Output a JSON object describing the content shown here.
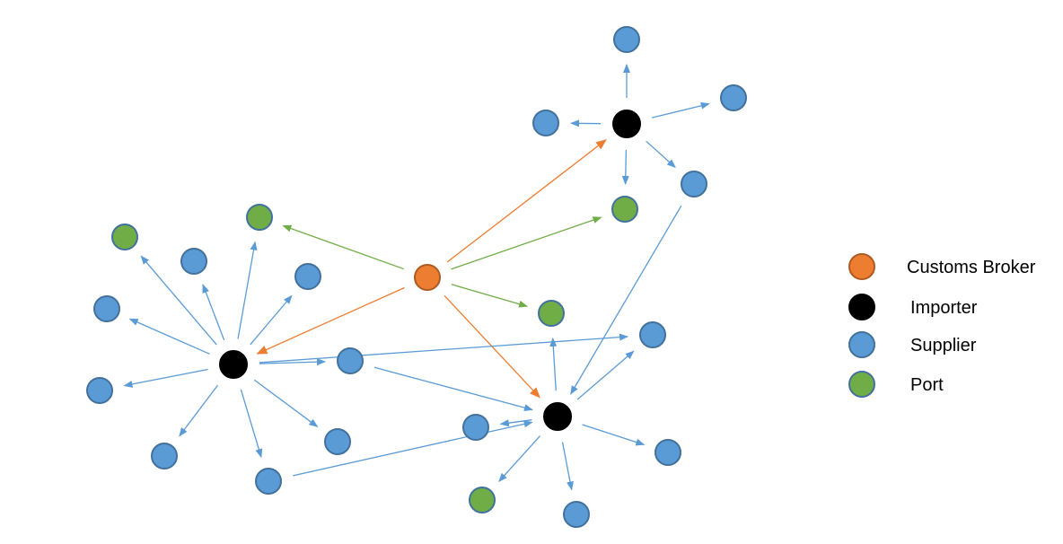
{
  "colors": {
    "broker_fill": "#ED7D31",
    "broker_stroke": "#AE5A21",
    "importer_fill": "#000000",
    "importer_stroke": "#000000",
    "supplier_fill": "#5B9BD5",
    "supplier_stroke": "#41719C",
    "port_fill": "#70AD47",
    "port_stroke": "#41719C",
    "blue_edge": "#5B9BD5",
    "green_edge": "#70AD47",
    "orange_edge": "#ED7D31"
  },
  "legend": [
    {
      "type": "broker",
      "label": "Customs Broker"
    },
    {
      "type": "importer",
      "label": "Importer"
    },
    {
      "type": "supplier",
      "label": "Supplier"
    },
    {
      "type": "port",
      "label": "Port"
    }
  ],
  "nodes": [
    {
      "id": "cb",
      "type": "broker"
    },
    {
      "id": "i1",
      "type": "importer"
    },
    {
      "id": "i2",
      "type": "importer"
    },
    {
      "id": "i3",
      "type": "importer"
    },
    {
      "id": "s1",
      "type": "supplier"
    },
    {
      "id": "s2",
      "type": "supplier"
    },
    {
      "id": "s3",
      "type": "supplier"
    },
    {
      "id": "s4",
      "type": "supplier"
    },
    {
      "id": "s5",
      "type": "supplier"
    },
    {
      "id": "s6",
      "type": "supplier"
    },
    {
      "id": "s7",
      "type": "supplier"
    },
    {
      "id": "s8",
      "type": "supplier"
    },
    {
      "id": "s9",
      "type": "supplier"
    },
    {
      "id": "s10",
      "type": "supplier"
    },
    {
      "id": "s11",
      "type": "supplier"
    },
    {
      "id": "s12",
      "type": "supplier"
    },
    {
      "id": "s13",
      "type": "supplier"
    },
    {
      "id": "s14",
      "type": "supplier"
    },
    {
      "id": "s15",
      "type": "supplier"
    },
    {
      "id": "s16",
      "type": "supplier"
    },
    {
      "id": "s17",
      "type": "supplier"
    },
    {
      "id": "s18",
      "type": "supplier"
    },
    {
      "id": "p1",
      "type": "port"
    },
    {
      "id": "p2",
      "type": "port"
    },
    {
      "id": "p3",
      "type": "port"
    },
    {
      "id": "p4",
      "type": "port"
    },
    {
      "id": "p5",
      "type": "port"
    }
  ],
  "edges": [
    {
      "from": "cb",
      "to": "p2",
      "kind": "green"
    },
    {
      "from": "cb",
      "to": "p3",
      "kind": "green"
    },
    {
      "from": "cb",
      "to": "p4",
      "kind": "green"
    },
    {
      "from": "cb",
      "to": "i1",
      "kind": "orange"
    },
    {
      "from": "cb",
      "to": "i2",
      "kind": "orange"
    },
    {
      "from": "cb",
      "to": "i3",
      "kind": "orange"
    },
    {
      "from": "i1",
      "to": "p1",
      "kind": "blue"
    },
    {
      "from": "i1",
      "to": "s1",
      "kind": "blue"
    },
    {
      "from": "i1",
      "to": "p2",
      "kind": "blue"
    },
    {
      "from": "i1",
      "to": "s2",
      "kind": "blue"
    },
    {
      "from": "i1",
      "to": "s3",
      "kind": "blue"
    },
    {
      "from": "i1",
      "to": "s4",
      "kind": "blue"
    },
    {
      "from": "i1",
      "to": "s5",
      "kind": "blue"
    },
    {
      "from": "i1",
      "to": "s6",
      "kind": "blue"
    },
    {
      "from": "i1",
      "to": "s7",
      "kind": "blue"
    },
    {
      "from": "i1",
      "to": "s8",
      "kind": "blue"
    },
    {
      "from": "i1",
      "to": "s9",
      "kind": "blue"
    },
    {
      "from": "s5",
      "to": "i2",
      "kind": "blue"
    },
    {
      "from": "s8",
      "to": "i2",
      "kind": "blue"
    },
    {
      "from": "s14",
      "to": "i2",
      "kind": "blue"
    },
    {
      "from": "i3",
      "to": "s10",
      "kind": "blue"
    },
    {
      "from": "i3",
      "to": "s11",
      "kind": "blue"
    },
    {
      "from": "i3",
      "to": "s12",
      "kind": "blue"
    },
    {
      "from": "i3",
      "to": "p3",
      "kind": "blue"
    },
    {
      "from": "i3",
      "to": "s14",
      "kind": "blue"
    },
    {
      "from": "i2",
      "to": "p4",
      "kind": "blue"
    },
    {
      "from": "i2",
      "to": "s15",
      "kind": "blue"
    },
    {
      "from": "i2",
      "to": "s13",
      "kind": "blue"
    },
    {
      "from": "i2",
      "to": "s16",
      "kind": "blue"
    },
    {
      "from": "i2",
      "to": "s17",
      "kind": "blue"
    },
    {
      "from": "i2",
      "to": "s18",
      "kind": "blue"
    },
    {
      "from": "i2",
      "to": "p5",
      "kind": "blue"
    }
  ]
}
